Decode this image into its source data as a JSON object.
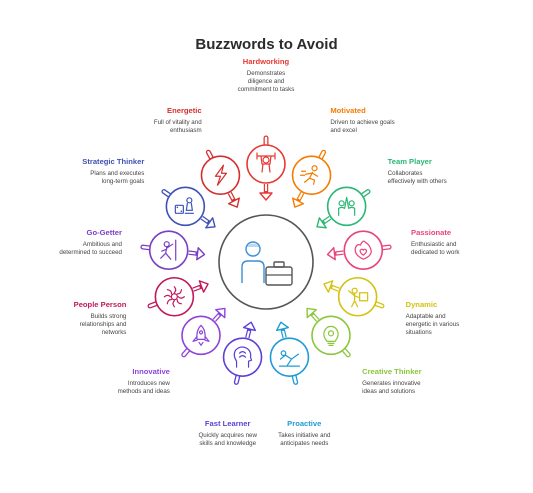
{
  "title": "Buzzwords to Avoid",
  "center": {
    "icon": "person-briefcase-icon"
  },
  "items": [
    {
      "name": "Hardworking",
      "desc": "Demonstrates\ndiligence and\ncommitment to tasks",
      "color": "#e53935",
      "icon": "weightlifter-icon"
    },
    {
      "name": "Motivated",
      "desc": "Driven to achieve goals\nand excel",
      "color": "#f57c00",
      "icon": "runner-icon"
    },
    {
      "name": "Team Player",
      "desc": "Collaborates\neffectively with others",
      "color": "#2bb673",
      "icon": "high-five-icon"
    },
    {
      "name": "Passionate",
      "desc": "Enthusiastic and\ndedicated to work",
      "color": "#e8457a",
      "icon": "heart-flame-icon"
    },
    {
      "name": "Dynamic",
      "desc": "Adaptable and\nenergetic in various\nsituations",
      "color": "#d4c20f",
      "icon": "energetic-person-icon"
    },
    {
      "name": "Creative Thinker",
      "desc": "Generates innovative\nideas and solutions",
      "color": "#8cc63f",
      "icon": "lightbulb-gear-icon"
    },
    {
      "name": "Proactive",
      "desc": "Takes initiative and\nanticipates needs",
      "color": "#1e9bd7",
      "icon": "person-leaping-icon"
    },
    {
      "name": "Fast Learner",
      "desc": "Quickly acquires new\nskills and knowledge",
      "color": "#5c3fd6",
      "icon": "brain-head-icon"
    },
    {
      "name": "Innovative",
      "desc": "Introduces new\nmethods and ideas",
      "color": "#8e44d9",
      "icon": "rocket-icon"
    },
    {
      "name": "People Person",
      "desc": "Builds strong\nrelationships and\nnetworks",
      "color": "#c2185b",
      "icon": "network-burst-icon"
    },
    {
      "name": "Go-Getter",
      "desc": "Ambitious and\ndetermined to succeed",
      "color": "#7b3fc4",
      "icon": "climber-icon"
    },
    {
      "name": "Strategic Thinker",
      "desc": "Plans and executes\nlong-term goals",
      "color": "#3f51b5",
      "icon": "game-piece-dice-icon"
    },
    {
      "name": "Energetic",
      "desc": "Full of vitality and\nenthusiasm",
      "color": "#d32f2f",
      "icon": "lightning-icon"
    }
  ]
}
